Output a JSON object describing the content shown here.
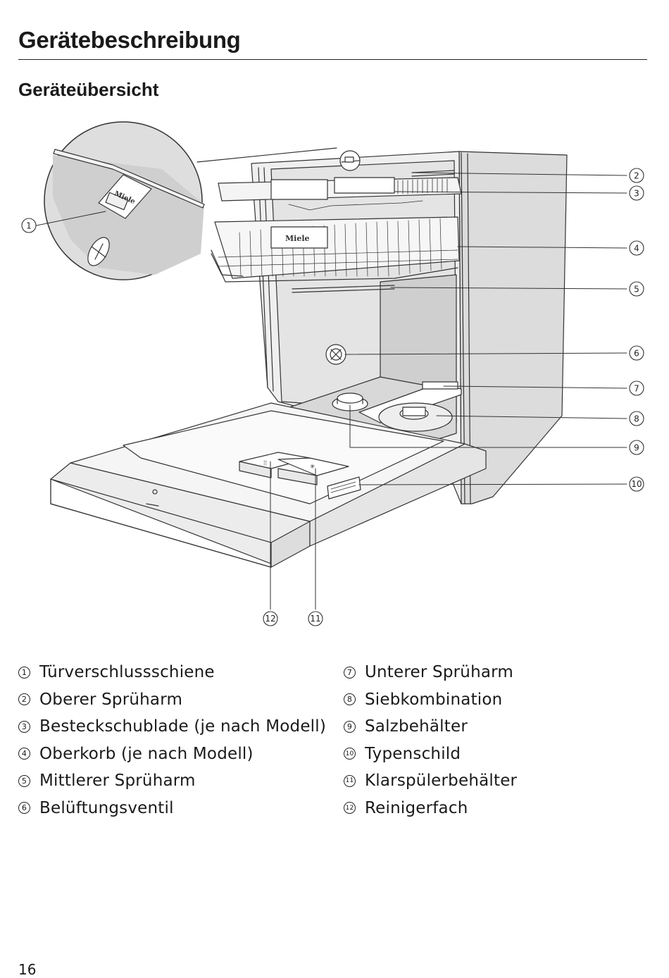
{
  "page": {
    "title": "Gerätebeschreibung",
    "subtitle": "Geräteübersicht",
    "page_number": "16"
  },
  "figure": {
    "brand_mark": "Miele",
    "callouts": [
      "1",
      "2",
      "3",
      "4",
      "5",
      "6",
      "7",
      "8",
      "9",
      "10",
      "11",
      "12"
    ]
  },
  "legend": {
    "left": [
      {
        "num": "1",
        "label": "Türverschlussschiene"
      },
      {
        "num": "2",
        "label": "Oberer Sprüharm"
      },
      {
        "num": "3",
        "label": "Besteckschublade (je nach Modell)"
      },
      {
        "num": "4",
        "label": "Oberkorb (je nach Modell)"
      },
      {
        "num": "5",
        "label": "Mittlerer Sprüharm"
      },
      {
        "num": "6",
        "label": "Belüftungsventil"
      }
    ],
    "right": [
      {
        "num": "7",
        "label": "Unterer Sprüharm"
      },
      {
        "num": "8",
        "label": "Siebkombination"
      },
      {
        "num": "9",
        "label": "Salzbehälter"
      },
      {
        "num": "10",
        "label": "Typenschild"
      },
      {
        "num": "11",
        "label": "Klarspülerbehälter"
      },
      {
        "num": "12",
        "label": "Reinigerfach"
      }
    ]
  }
}
